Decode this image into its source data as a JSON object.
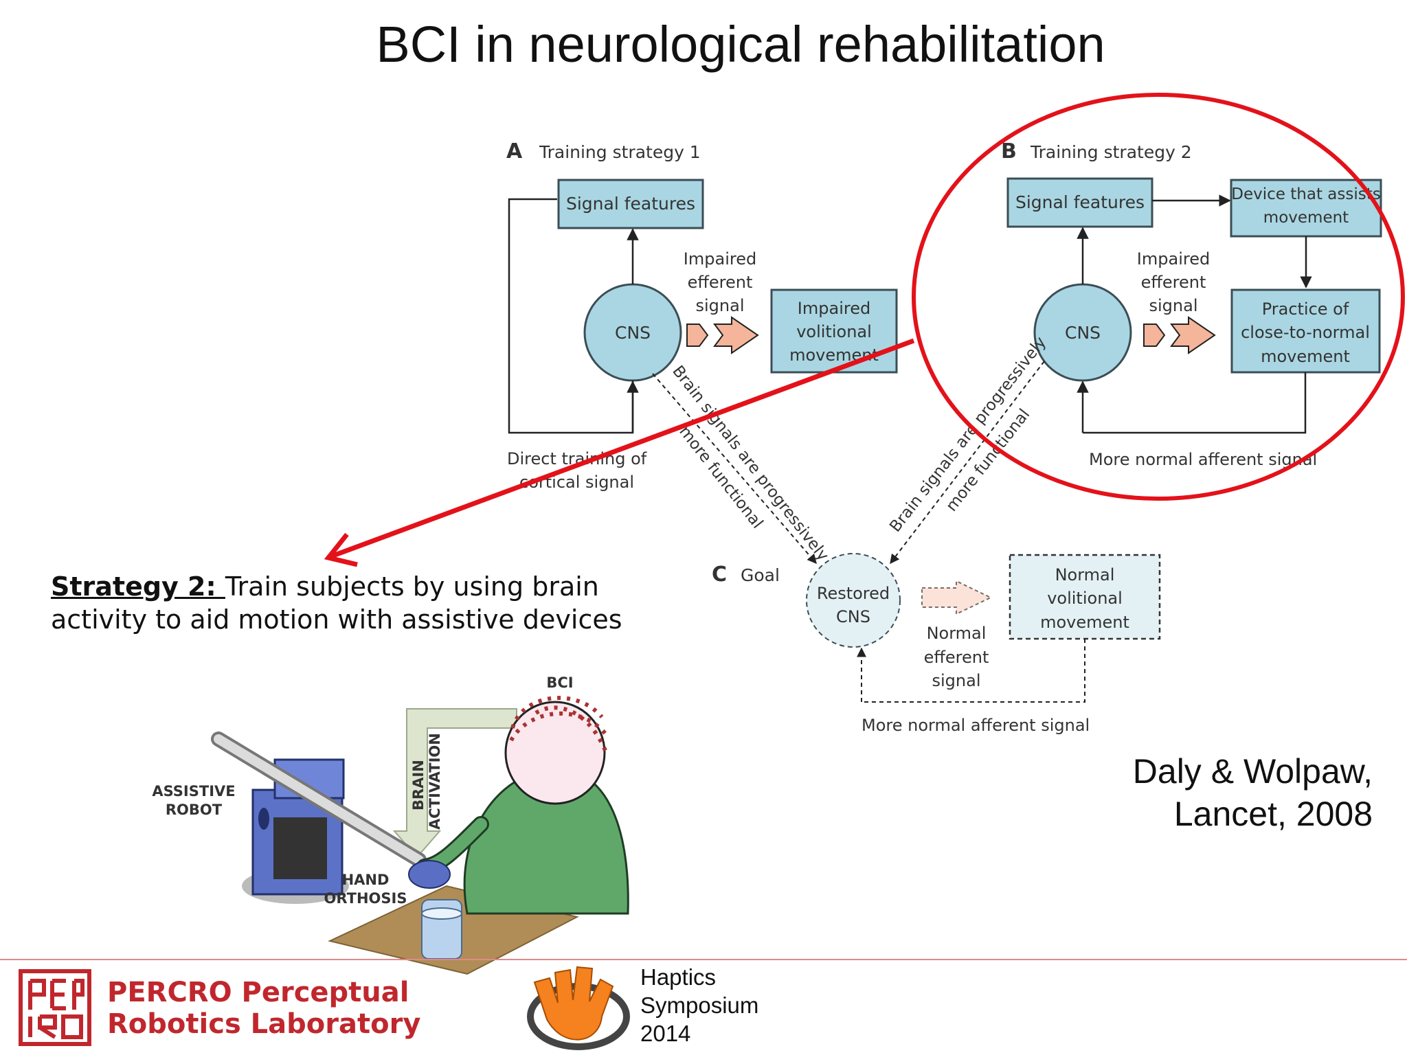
{
  "slide": {
    "title": "BCI in neurological rehabilitation"
  },
  "diagram": {
    "panel_a": {
      "letter": "A",
      "heading": "Training strategy 1",
      "signal_features": "Signal features",
      "cns": "CNS",
      "impaired_efferent": [
        "Impaired",
        "efferent",
        "signal"
      ],
      "impaired_movement": [
        "Impaired",
        "volitional",
        "movement"
      ],
      "direct_training": [
        "Direct training of",
        "cortical signal"
      ]
    },
    "panel_b": {
      "letter": "B",
      "heading": "Training strategy 2",
      "signal_features": "Signal features",
      "device": [
        "Device that assists",
        "movement"
      ],
      "cns": "CNS",
      "impaired_efferent": [
        "Impaired",
        "efferent",
        "signal"
      ],
      "practice": [
        "Practice of",
        "close-to-normal",
        "movement"
      ],
      "afferent": "More normal afferent signal"
    },
    "diagonal_left": [
      "Brain signals are progressively",
      "more functional"
    ],
    "diagonal_right": [
      "Brain signals are progressively",
      "more functional"
    ],
    "panel_c": {
      "letter": "C",
      "heading": "Goal",
      "restored": [
        "Restored",
        "CNS"
      ],
      "normal_efferent": [
        "Normal",
        "efferent",
        "signal"
      ],
      "normal_movement": [
        "Normal",
        "volitional",
        "movement"
      ],
      "afferent": "More normal afferent signal"
    },
    "illustration": {
      "bci": "BCI",
      "brain_activation": [
        "BRAIN",
        "ACTIVATION"
      ],
      "assistive_robot": [
        "ASSISTIVE",
        "ROBOT"
      ],
      "hand_orthosis": [
        "HAND",
        "ORTHOSIS"
      ]
    }
  },
  "strategy_note": {
    "lead": "Strategy 2: ",
    "text": "Train subjects by using brain activity to aid motion with assistive devices"
  },
  "citation": {
    "line1": "Daly & Wolpaw,",
    "line2": "Lancet, 2008"
  },
  "footer": {
    "lab_line1": "PERCRO Perceptual",
    "lab_line2": "Robotics Laboratory",
    "symposium": [
      "Haptics",
      "Symposium",
      "2014"
    ]
  },
  "colors": {
    "box_fill": "#a9d6e2",
    "box_stroke": "#3b4d55",
    "arrow_salmon": "#f4b59b",
    "highlight_red": "#e3121a",
    "lab_red": "#c0272d"
  }
}
